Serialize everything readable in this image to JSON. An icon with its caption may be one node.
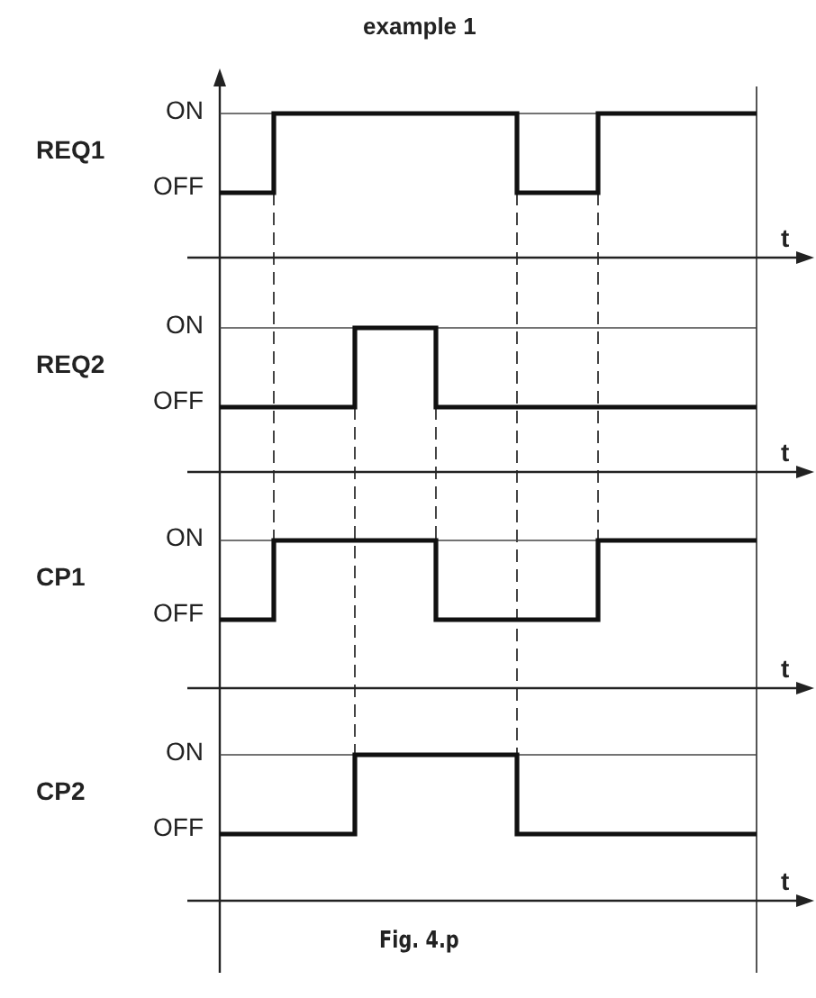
{
  "diagram": {
    "title": "example 1",
    "caption": "Fig. 4.p",
    "labels": [
      "ON",
      "REQ1",
      "OFF",
      "t",
      "ON",
      "REQ2",
      "OFF",
      "t",
      "ON",
      "CP1",
      "OFF",
      "t",
      "ON",
      "CP2",
      "OFF",
      "t"
    ]
  }
}
